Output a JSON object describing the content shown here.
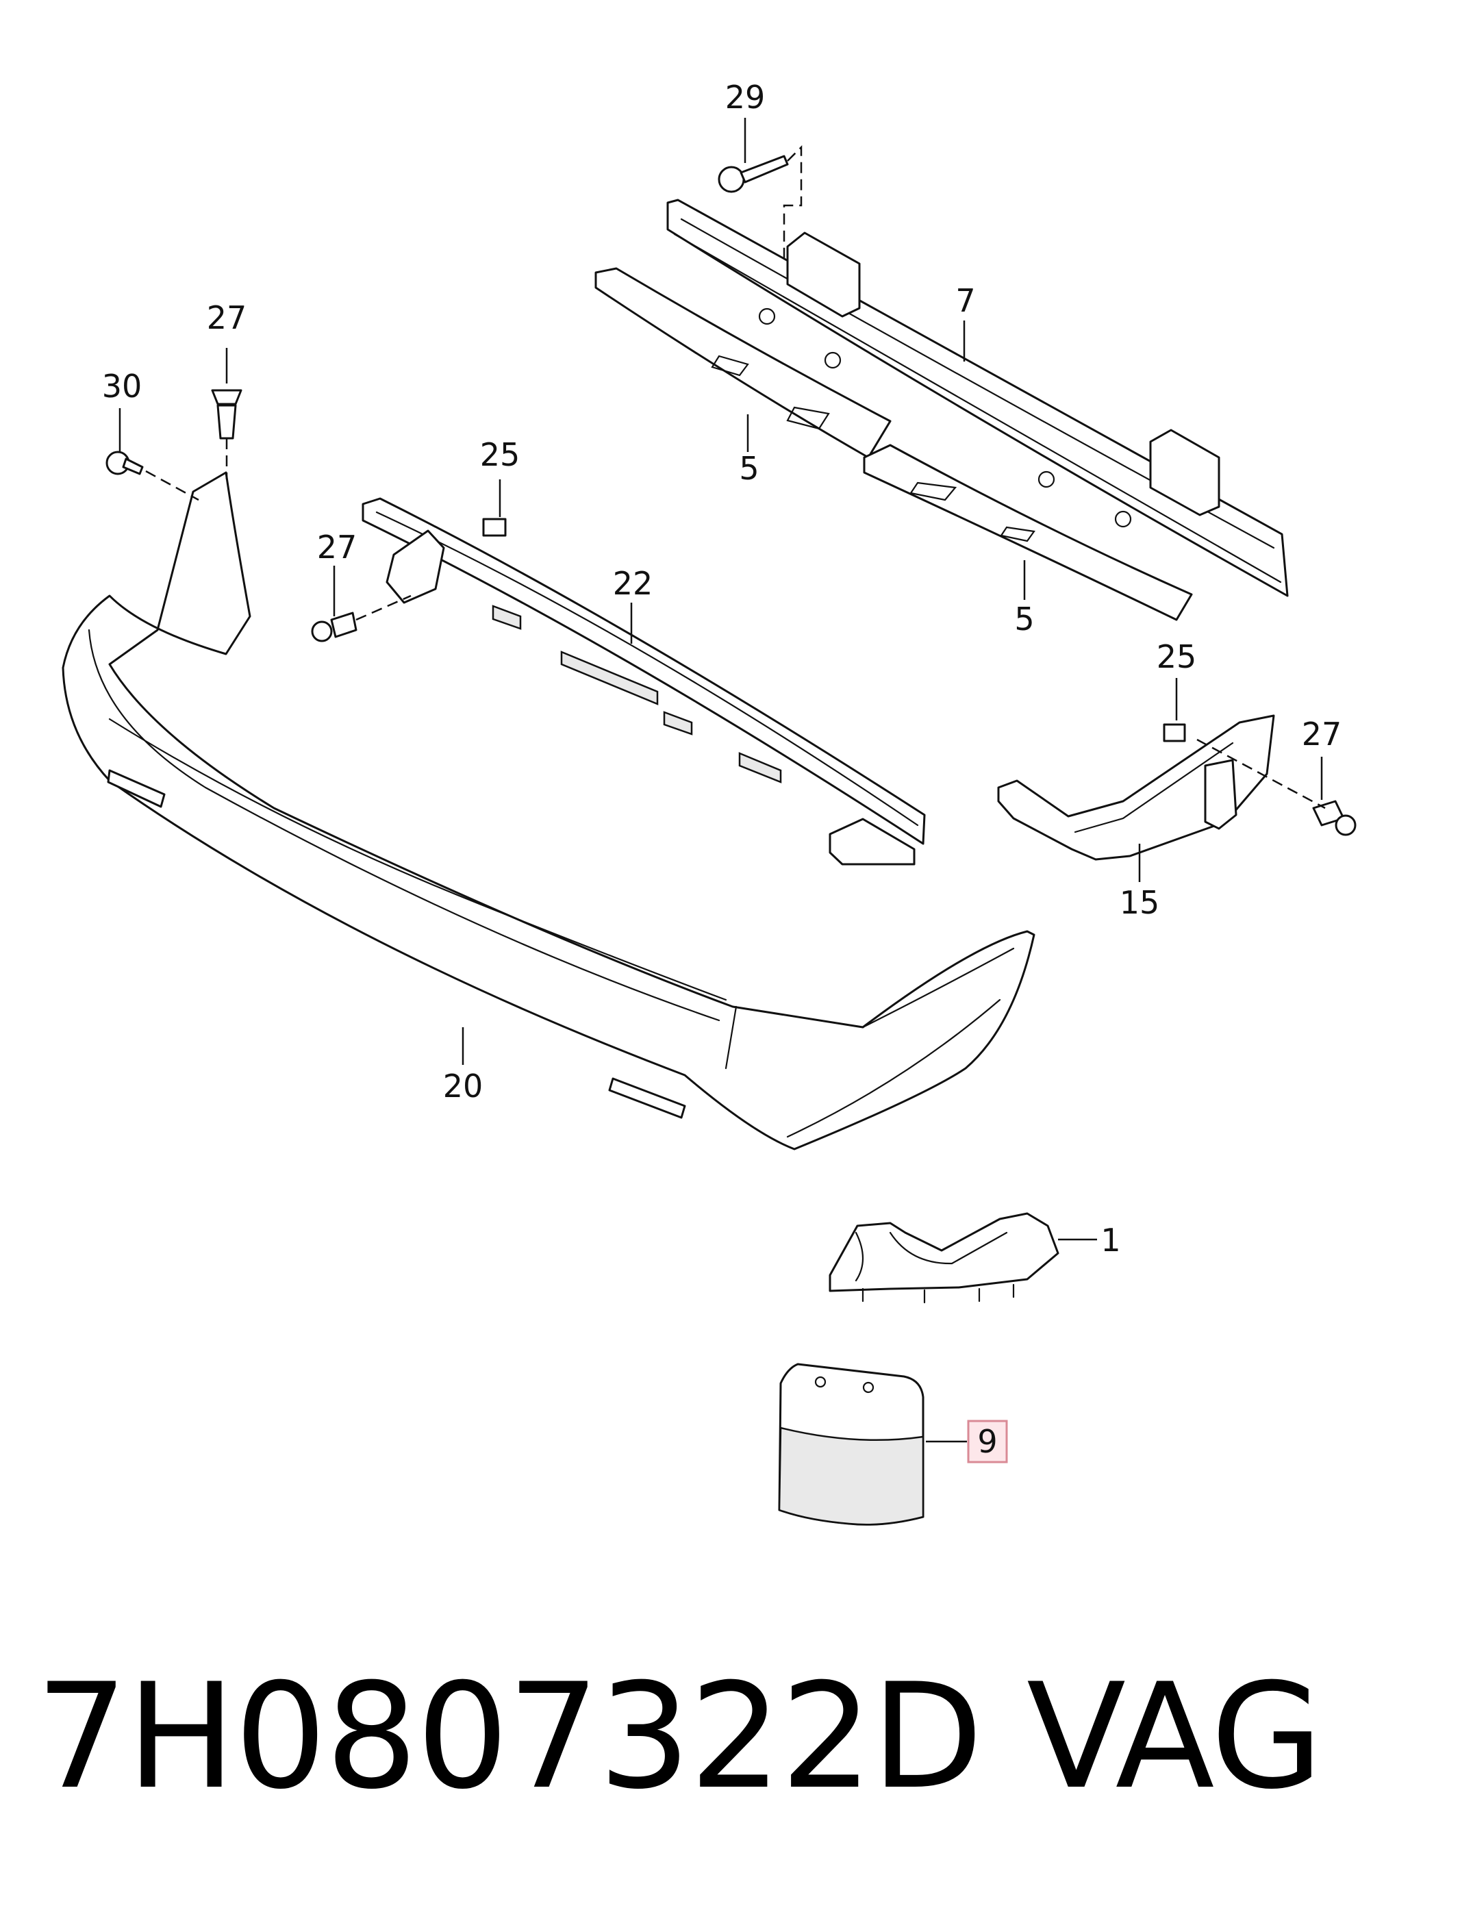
{
  "callouts": {
    "c29": "29",
    "c7": "7",
    "c27_top": "27",
    "c30": "30",
    "c5_upper": "5",
    "c25_mid": "25",
    "c27_mid": "27",
    "c22": "22",
    "c5_lower": "5",
    "c25_right": "25",
    "c27_right": "27",
    "c15": "15",
    "c20": "20",
    "c1": "1",
    "c9": "9"
  },
  "highlighted_callout": "9",
  "colors": {
    "highlight_fill": "#fde7ea",
    "highlight_border": "#d98a95"
  },
  "footer": {
    "part_number": "7H0807322D   VAG"
  }
}
